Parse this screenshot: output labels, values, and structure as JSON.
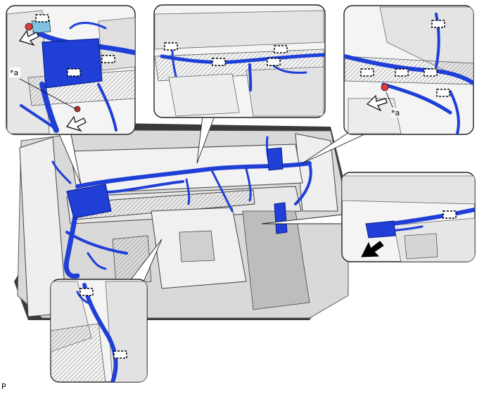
{
  "labels": {
    "callout_a_top_left": "*a",
    "callout_a_top_right": "*a",
    "page_corner": "P"
  },
  "colors": {
    "harness": "#1f3fd6",
    "harness_dark": "#0b1f8f",
    "clip_red": "#e23b3b",
    "panel_border": "#222222",
    "floor": "#dcdcdc"
  },
  "icons": {
    "connector_marker": "dashed-rectangle-connector-icon",
    "pointer_outline": "outline-arrow-icon",
    "pointer_solid": "solid-arrow-icon"
  }
}
